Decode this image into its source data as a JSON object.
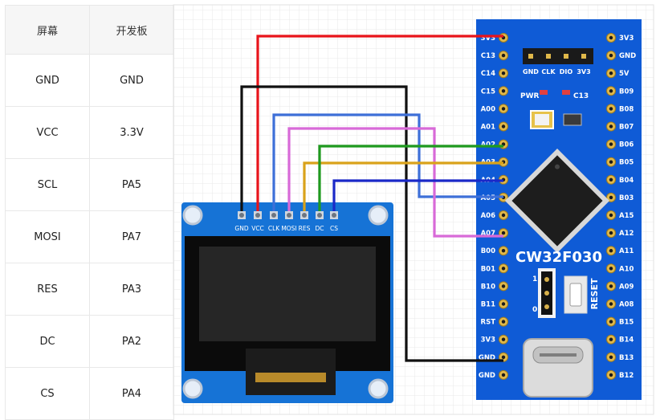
{
  "table": {
    "headers": [
      "屏幕",
      "开发板"
    ],
    "rows": [
      [
        "GND",
        "GND"
      ],
      [
        "VCC",
        "3.3V"
      ],
      [
        "SCL",
        "PA5"
      ],
      [
        "MOSI",
        "PA7"
      ],
      [
        "RES",
        "PA3"
      ],
      [
        "DC",
        "PA2"
      ],
      [
        "CS",
        "PA4"
      ]
    ]
  },
  "oled": {
    "pin_labels": [
      "GND",
      "VCC",
      "CLK",
      "MOSI",
      "RES",
      "DC",
      "CS"
    ]
  },
  "board": {
    "name": "CW32F030",
    "left_pins": [
      "3V3",
      "C13",
      "C14",
      "C15",
      "A00",
      "A01",
      "A02",
      "A03",
      "A04",
      "A05",
      "A06",
      "A07",
      "B00",
      "B01",
      "B10",
      "B11",
      "RST",
      "3V3",
      "GND",
      "GND"
    ],
    "right_pins": [
      "3V3",
      "GND",
      "5V",
      "B09",
      "B08",
      "B07",
      "B06",
      "B05",
      "B04",
      "B03",
      "A15",
      "A12",
      "A11",
      "A10",
      "A09",
      "A08",
      "B15",
      "B14",
      "B13",
      "B12"
    ],
    "header_labels": [
      "GND",
      "CLK",
      "DIO",
      "3V3"
    ],
    "pwr_label": "PWR",
    "led_label": "C13",
    "reset_label": "RESET",
    "jumper_labels": [
      "1",
      "0"
    ]
  },
  "colors": {
    "board_blue": "#0f5bd6",
    "oled_blue": "#1673d6",
    "wire_vcc": "#e8141b",
    "wire_gnd": "#111111",
    "wire_clk": "#3d6fd8",
    "wire_mosi": "#d86ad8",
    "wire_res": "#d9a21a",
    "wire_dc": "#1f9a1f",
    "wire_cs": "#1a28c8"
  }
}
